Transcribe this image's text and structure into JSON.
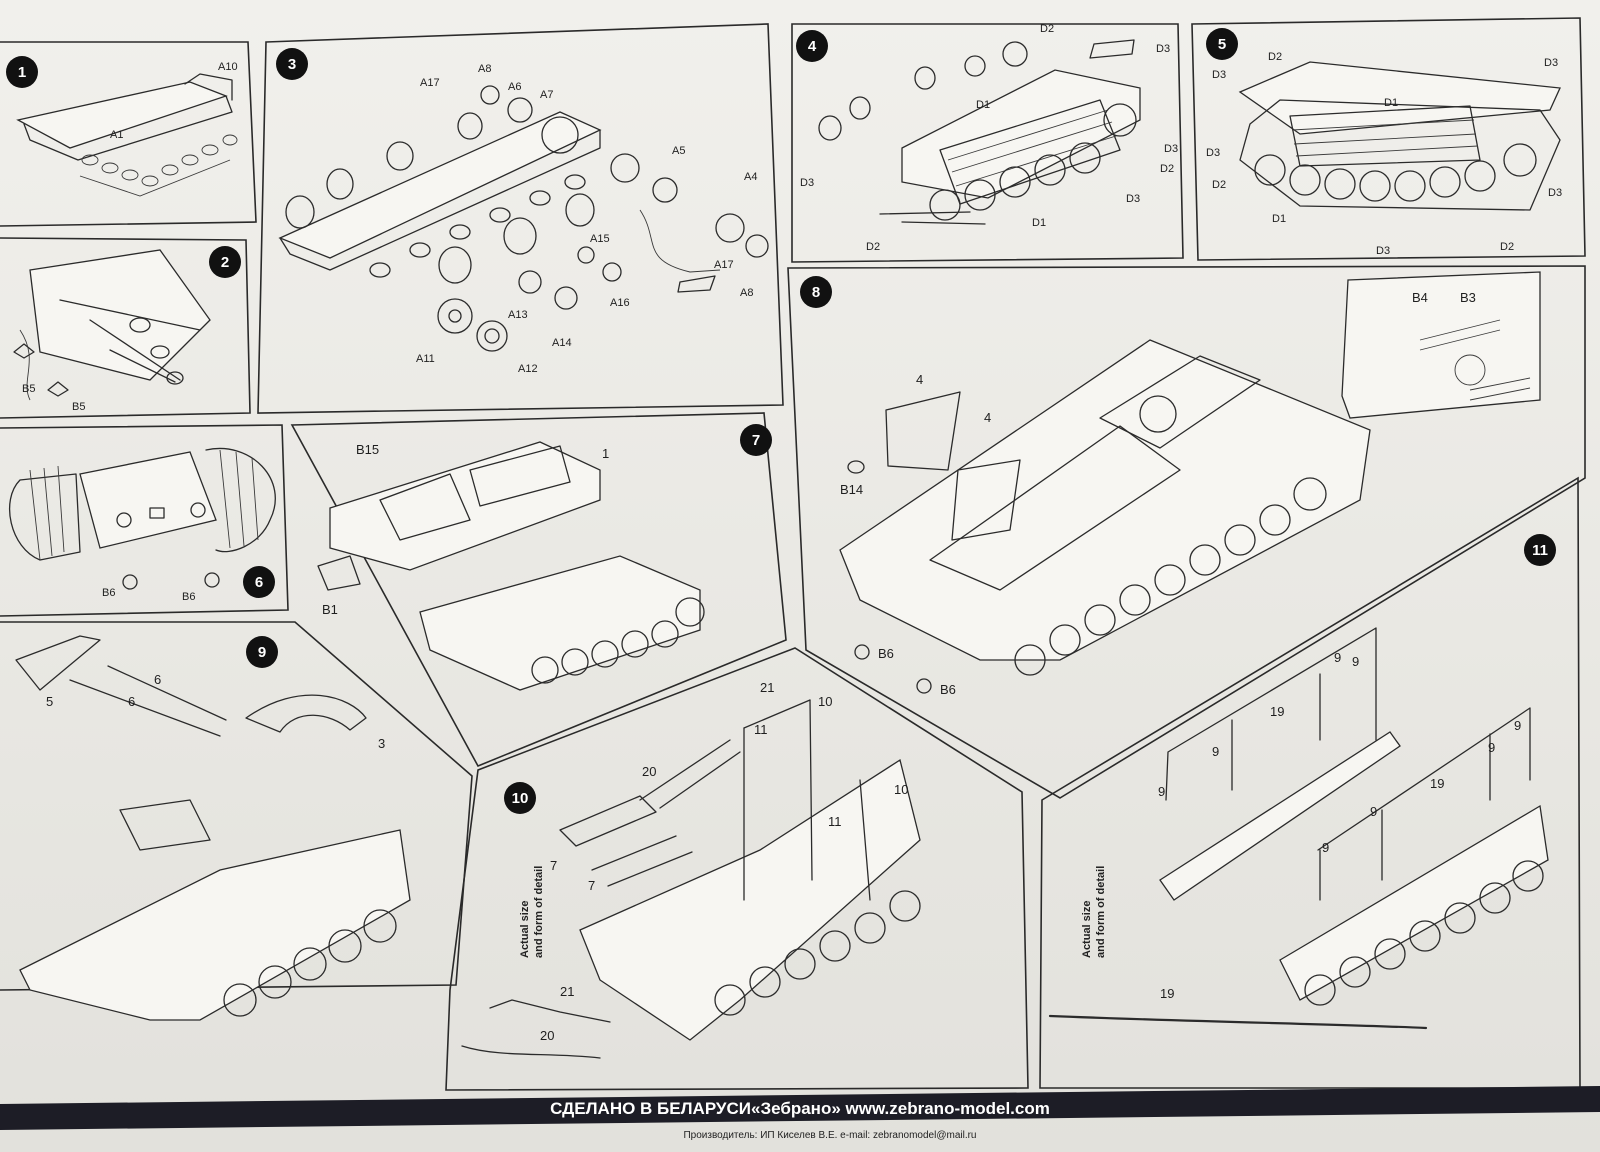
{
  "panels": [
    {
      "id": "1",
      "labels": [
        "A10",
        "A1"
      ]
    },
    {
      "id": "2",
      "labels": [
        "B5",
        "B5"
      ]
    },
    {
      "id": "3",
      "labels": [
        "A17",
        "A8",
        "A6",
        "A7",
        "A5",
        "A4",
        "A15",
        "A16",
        "A17",
        "A8",
        "A13",
        "A14",
        "A11",
        "A12"
      ]
    },
    {
      "id": "4",
      "labels": [
        "D2",
        "D3",
        "D1",
        "D3",
        "D3",
        "D2",
        "D1",
        "D3",
        "D2"
      ]
    },
    {
      "id": "5",
      "labels": [
        "D2",
        "D3",
        "D3",
        "D1",
        "D3",
        "D2",
        "D1",
        "D3",
        "D3",
        "D2"
      ]
    },
    {
      "id": "6",
      "labels": [
        "B6",
        "B6"
      ]
    },
    {
      "id": "7",
      "labels": [
        "B15",
        "1",
        "B1"
      ]
    },
    {
      "id": "8",
      "labels": [
        "B4",
        "B3",
        "4",
        "4",
        "B14",
        "B6",
        "B6"
      ]
    },
    {
      "id": "9",
      "labels": [
        "6",
        "5",
        "6",
        "3"
      ]
    },
    {
      "id": "10",
      "labels": [
        "21",
        "10",
        "11",
        "20",
        "7",
        "7",
        "10",
        "11",
        "21",
        "20"
      ],
      "note_lines": [
        "Actual size",
        "and form of detail"
      ]
    },
    {
      "id": "11",
      "labels": [
        "9",
        "9",
        "19",
        "9",
        "9",
        "9",
        "19",
        "9",
        "9",
        "9",
        "19"
      ],
      "note_lines": [
        "Actual size",
        "and form of detail"
      ]
    }
  ],
  "footer": {
    "title": "СДЕЛАНО В БЕЛАРУСИ«Зебрано» www.zebrano-model.com",
    "subtitle": "Производитель: ИП Киселев В.Е. e-mail: zebranomodel@mail.ru"
  },
  "colors": {
    "paper": "#ecebe6",
    "ink": "#2b2b2b",
    "footer_band": "#1d1d26",
    "badge": "#111111"
  }
}
